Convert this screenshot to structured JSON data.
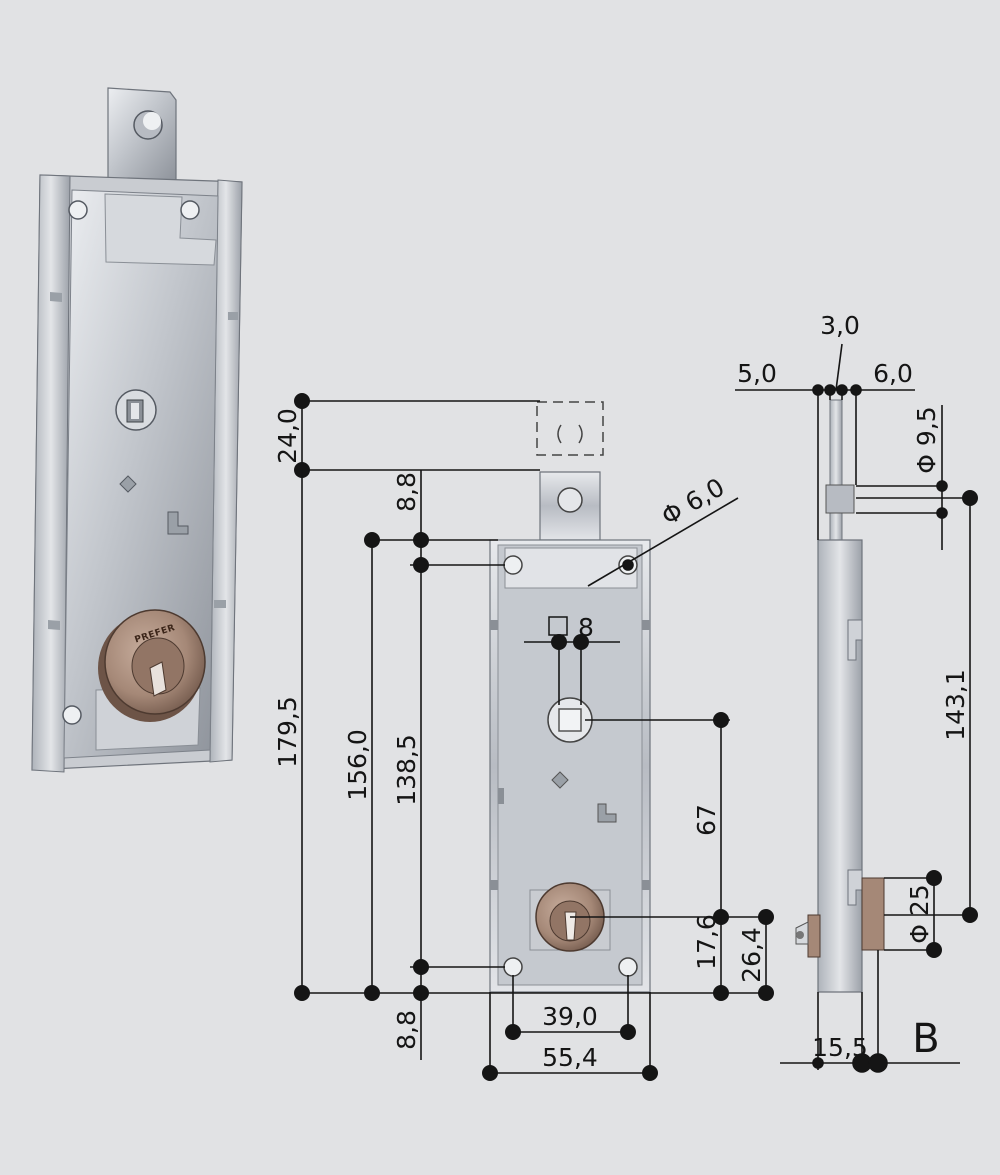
{
  "figure": {
    "view_label": "B",
    "brand_mark": "PREFER",
    "colors": {
      "background": "#e1e2e4",
      "steel_light": "#dfe1e5",
      "steel_dark": "#8e939b",
      "brass": "#a58877",
      "line": "#151515"
    }
  },
  "dimensions": {
    "top_extension": "24,0",
    "overall_height": "179,5",
    "hole_span_height": "156,0",
    "hole_to_hole": "138,5",
    "top_hole_offset": "8,8",
    "bottom_hole_offset": "8,8",
    "keyhole_to_center": "67",
    "keyhole_center_low": "17,6",
    "keyhole_center_high": "26,4",
    "hole_spacing": "39,0",
    "body_width": "55,4",
    "square_drive": "8",
    "hole_diameter": "Φ 6,0",
    "plate_thickness": "3,0",
    "left_offset": "5,0",
    "right_offset": "6,0",
    "pin_diameter": "Φ 9,5",
    "pin_to_cylinder": "143,1",
    "cylinder_diameter": "Φ 25",
    "body_depth": "15,5"
  }
}
